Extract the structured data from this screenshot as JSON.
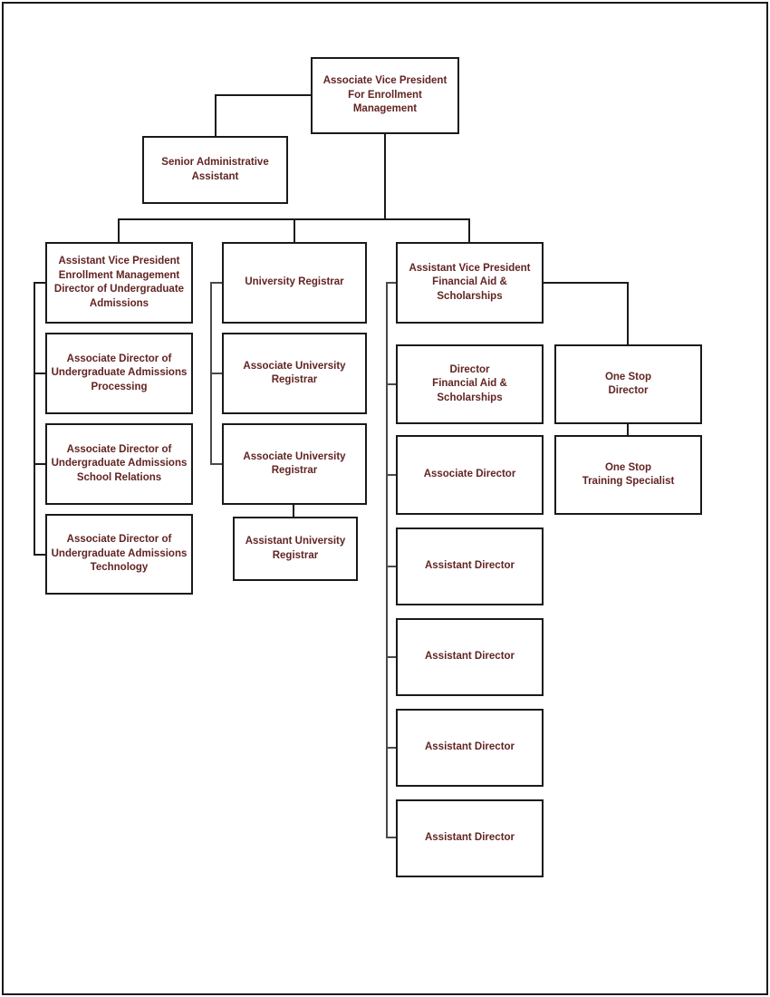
{
  "colors": {
    "text": "#622423",
    "line": "#1a1a1a",
    "bg": "#ffffff"
  },
  "nodes": {
    "avp_enrollment": {
      "label": "Associate Vice President\nFor Enrollment\nManagement"
    },
    "senior_admin": {
      "label": "Senior Administrative\nAssistant"
    },
    "avp_em_dir_ua": {
      "label": "Assistant Vice President\nEnrollment Management\nDirector of Undergraduate\nAdmissions"
    },
    "assoc_dir_processing": {
      "label": "Associate Director of\nUndergraduate Admissions\nProcessing"
    },
    "assoc_dir_school": {
      "label": "Associate Director of\nUndergraduate Admissions\nSchool Relations"
    },
    "assoc_dir_tech": {
      "label": "Associate Director of\nUndergraduate Admissions\nTechnology"
    },
    "univ_registrar": {
      "label": "University Registrar"
    },
    "assoc_univ_reg1": {
      "label": "Associate University\nRegistrar"
    },
    "assoc_univ_reg2": {
      "label": "Associate University\nRegistrar"
    },
    "asst_univ_reg": {
      "label": "Assistant University\nRegistrar"
    },
    "avp_finaid": {
      "label": "Assistant Vice President\nFinancial Aid &\nScholarships"
    },
    "dir_finaid": {
      "label": "Director\nFinancial Aid &\nScholarships"
    },
    "assoc_dir_finaid": {
      "label": "Associate Director"
    },
    "asst_dir_1": {
      "label": "Assistant Director"
    },
    "asst_dir_2": {
      "label": "Assistant Director"
    },
    "asst_dir_3": {
      "label": "Assistant Director"
    },
    "asst_dir_4": {
      "label": "Assistant Director"
    },
    "onestop_dir": {
      "label": "One Stop\nDirector"
    },
    "onestop_training": {
      "label": "One Stop\nTraining Specialist"
    }
  }
}
